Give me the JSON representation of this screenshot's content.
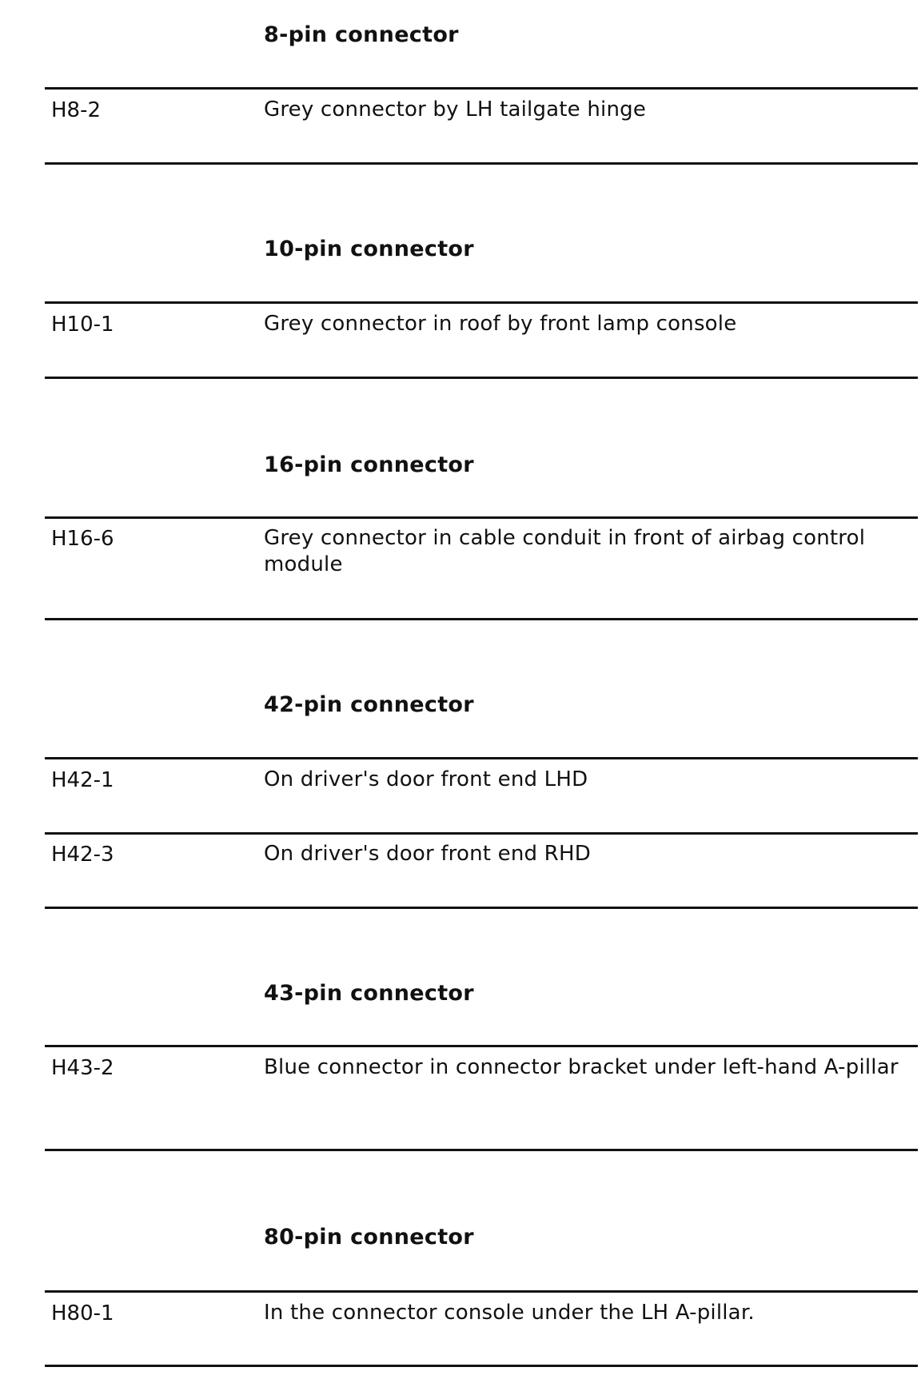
{
  "sections": [
    {
      "heading": "8-pin connector",
      "rows": [
        {
          "code": "H8-2",
          "description": "Grey connector by LH tailgate hinge"
        }
      ]
    },
    {
      "heading": "10-pin connector",
      "rows": [
        {
          "code": "H10-1",
          "description": "Grey connector in roof by front lamp console"
        }
      ]
    },
    {
      "heading": "16-pin connector",
      "rows": [
        {
          "code": "H16-6",
          "description": "Grey connector in cable conduit in front of airbag control module"
        }
      ]
    },
    {
      "heading": "42-pin connector",
      "rows": [
        {
          "code": "H42-1",
          "description": "On driver's door front end LHD"
        },
        {
          "code": "H42-3",
          "description": "On driver's door front end RHD"
        }
      ]
    },
    {
      "heading": "43-pin connector",
      "rows": [
        {
          "code": "H43-2",
          "description": "Blue connector in connector bracket under left-hand A-pillar"
        }
      ]
    },
    {
      "heading": "80-pin connector",
      "rows": [
        {
          "code": "H80-1",
          "description": "In the connector console under the LH A-pillar."
        }
      ]
    }
  ]
}
